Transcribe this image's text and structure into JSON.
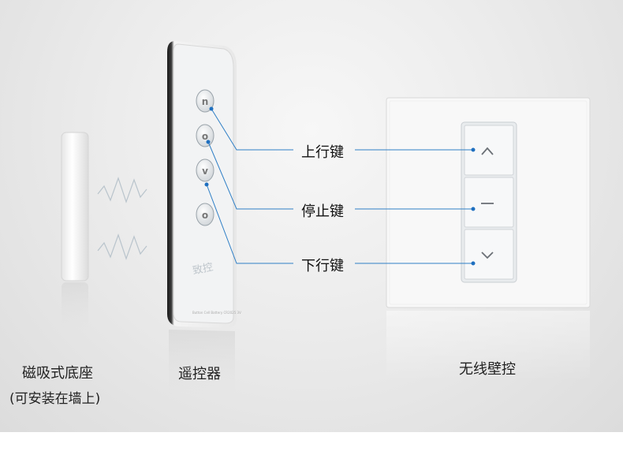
{
  "captions": {
    "base_line1": "磁吸式底座",
    "base_line2": "(可安装在墙上)",
    "remote": "遥控器",
    "wall_switch": "无线壁控"
  },
  "callouts": {
    "up_key": "上行键",
    "stop_key": "停止键",
    "down_key": "下行键"
  },
  "remote_buttons": [
    "n",
    "o",
    "v",
    "o"
  ],
  "remote_brand": "致控",
  "remote_small_text": "Button Cell Battery CR2025 3V",
  "colors": {
    "accent_line": "#2f7fc6",
    "dot": "#1e6fbf"
  }
}
